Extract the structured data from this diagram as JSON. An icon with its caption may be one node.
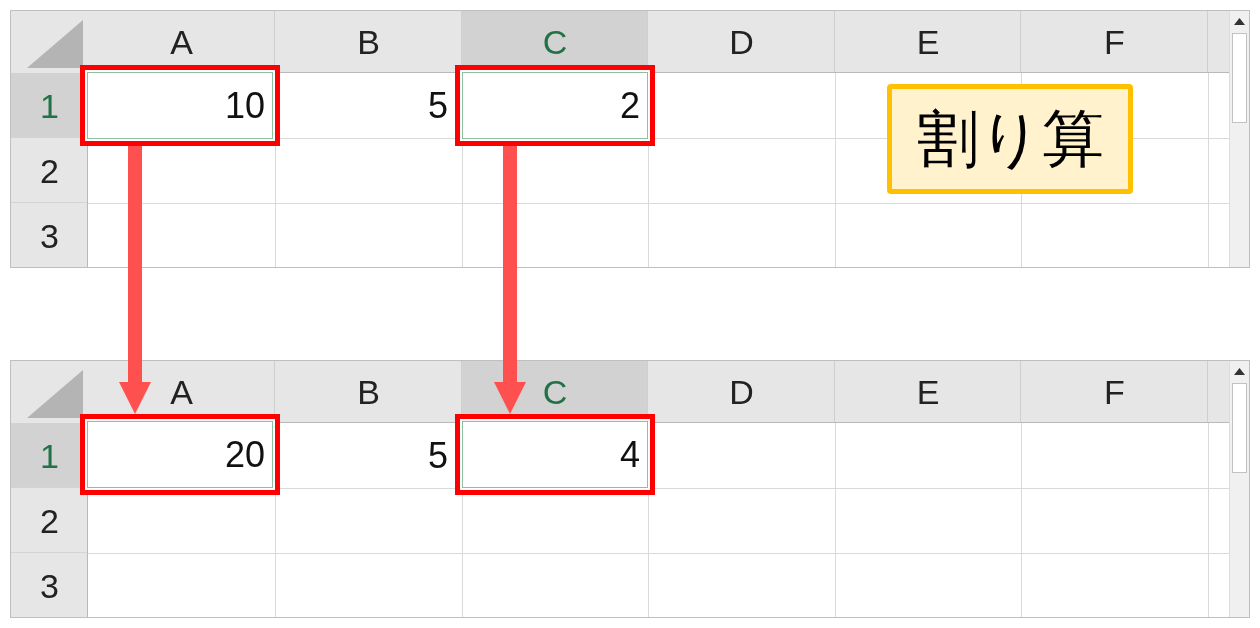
{
  "diagram": {
    "nodes": [
      {
        "text": [
          "10"
        ]
      },
      {
        "text": [
          "2"
        ]
      },
      {
        "text": [
          "割り算"
        ]
      },
      {
        "text": [
          "20"
        ]
      },
      {
        "text": [
          "4"
        ]
      }
    ],
    "edges": [
      {
        "from": 0,
        "to": 3,
        "arrow": "to"
      },
      {
        "from": 1,
        "to": 4,
        "arrow": "to"
      }
    ],
    "labels": [
      "A",
      "B",
      "C",
      "D",
      "E",
      "F",
      "1",
      "5",
      "2",
      "3",
      "A",
      "B",
      "C",
      "D",
      "E",
      "F",
      "1",
      "5",
      "2",
      "3"
    ]
  }
}
